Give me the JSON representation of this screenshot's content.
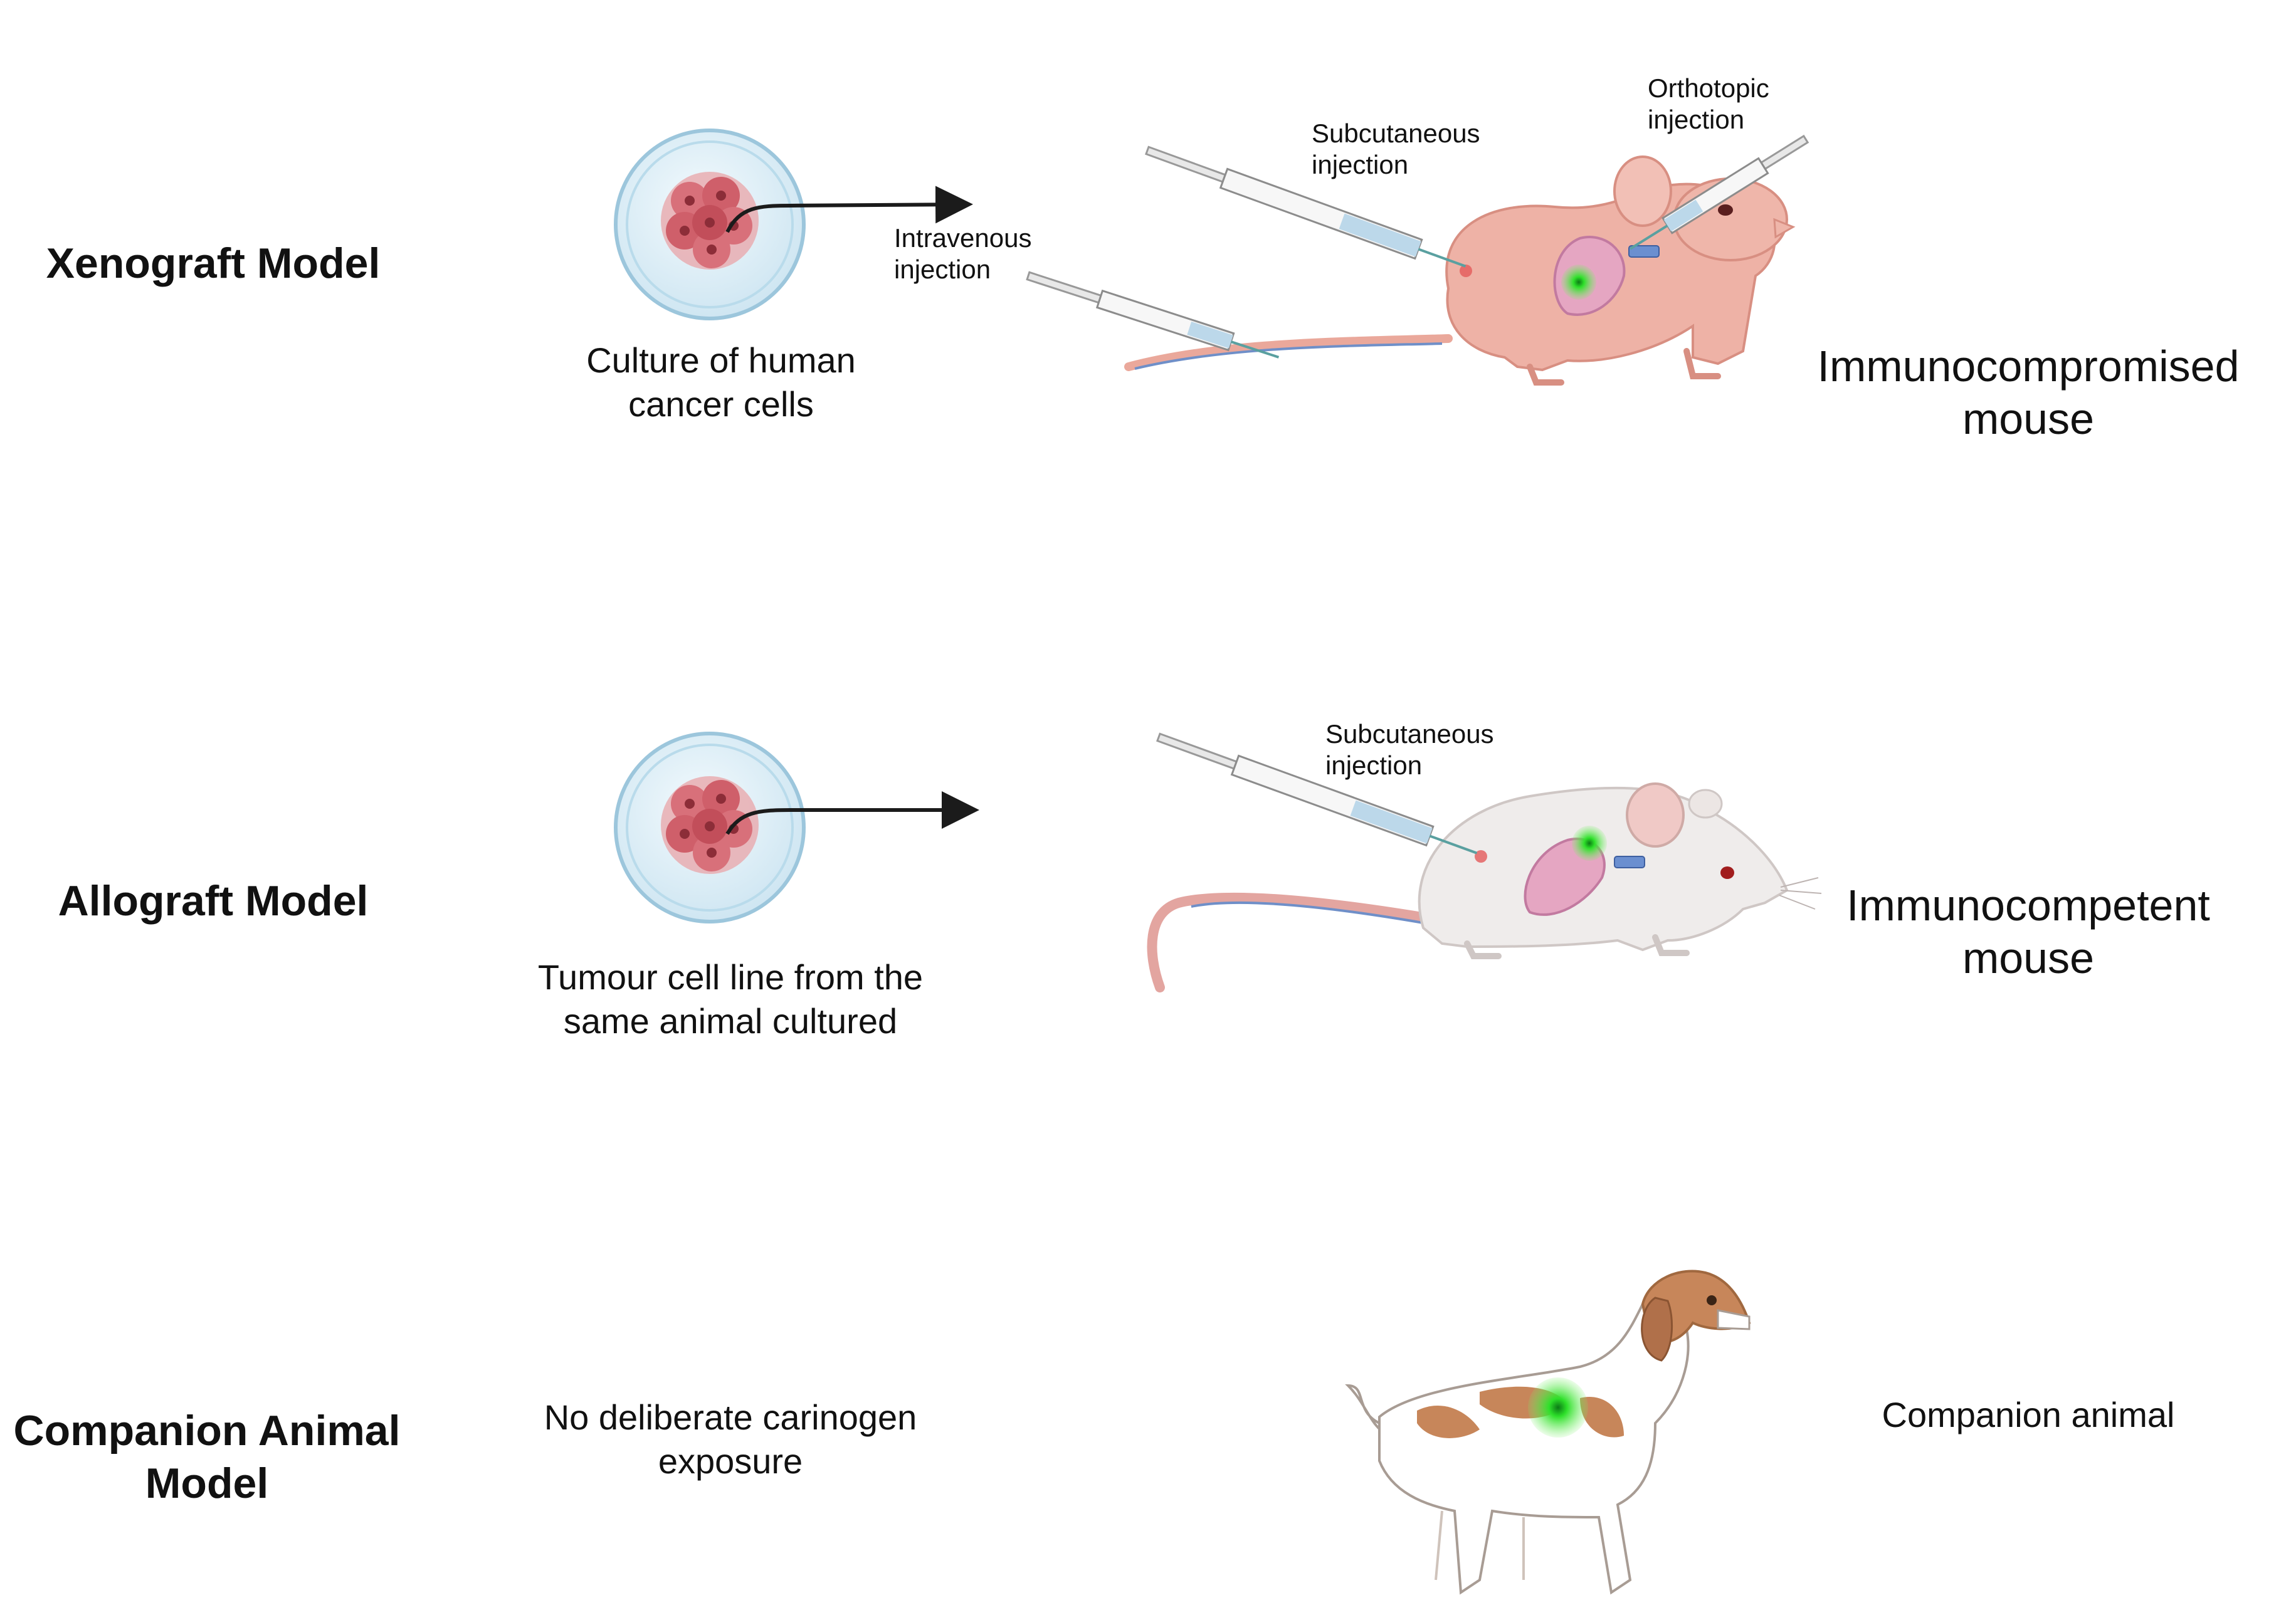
{
  "rows": [
    {
      "title_lines": [
        "Xenograft Model"
      ],
      "source_lines": [
        "Culture of human",
        "cancer cells"
      ],
      "injection_labels": {
        "intravenous": [
          "Intravenous",
          "injection"
        ],
        "subcutaneous": [
          "Subcutaneous",
          "injection"
        ],
        "orthotopic": [
          "Orthotopic",
          "injection"
        ]
      },
      "outcome_lines": [
        "Immunocompromised",
        "mouse"
      ]
    },
    {
      "title_lines": [
        "Allograft Model"
      ],
      "source_lines": [
        "Tumour cell line from the",
        "same animal cultured"
      ],
      "injection_labels": {
        "subcutaneous": [
          "Subcutaneous",
          "injection"
        ]
      },
      "outcome_lines": [
        "Immunocompetent",
        "mouse"
      ]
    },
    {
      "title_lines": [
        "Companion Animal",
        "Model"
      ],
      "source_lines": [
        "No deliberate carinogen",
        "exposure"
      ],
      "outcome_lines": [
        "Companion animal"
      ]
    }
  ],
  "colors": {
    "tumour_green": "#3fe03a",
    "cell_red": "#c9545c",
    "dish_blue": "#d8ecf6",
    "nude_mouse": "#eeb2a6",
    "white_mouse": "#efeceb",
    "dog_patch": "#c7865a",
    "arrow": "#1b1b1b"
  }
}
